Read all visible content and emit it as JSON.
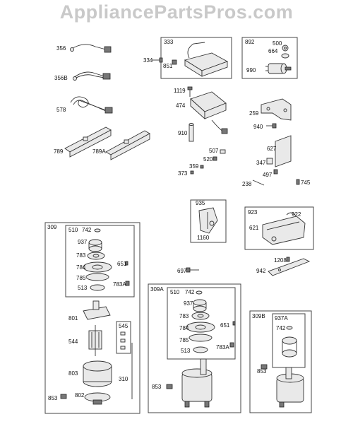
{
  "watermark": "AppliancePartsPros.com",
  "groups": {
    "g333": "333",
    "g892": "892",
    "g935": "935",
    "g923": "923",
    "g309": "309",
    "g510a": "510",
    "g545": "545",
    "g309A": "309A",
    "g510b": "510",
    "g309B": "309B",
    "g937A": "937A"
  },
  "labels": {
    "p356": "356",
    "p356B": "356B",
    "p578": "578",
    "p789": "789",
    "p789A": "789A",
    "p334": "334",
    "p851": "851",
    "p500": "500",
    "p664": "664",
    "p990": "990",
    "p1119": "1119",
    "p474": "474",
    "p910": "910",
    "p507": "507",
    "p520": "520",
    "p359": "359",
    "p373": "373",
    "p259": "259",
    "p940": "940",
    "p627": "627",
    "p347": "347",
    "p497": "497",
    "p238": "238",
    "p745": "745",
    "p922": "922",
    "p621": "621",
    "p1160": "1160",
    "p1208": "1208",
    "p942": "942",
    "p697": "697",
    "a742": "742",
    "a937": "937",
    "a783": "783",
    "a651": "651",
    "a784": "784",
    "a785": "785",
    "a783A": "783A",
    "a513": "513",
    "p801": "801",
    "p544": "544",
    "p803": "803",
    "p310": "310",
    "p853a": "853",
    "p802": "802",
    "b742": "742",
    "b937": "937",
    "b783": "783",
    "b651": "651",
    "b784": "784",
    "b785": "785",
    "b783A": "783A",
    "b513": "513",
    "p853b": "853",
    "c742": "742",
    "p853c": "853"
  }
}
